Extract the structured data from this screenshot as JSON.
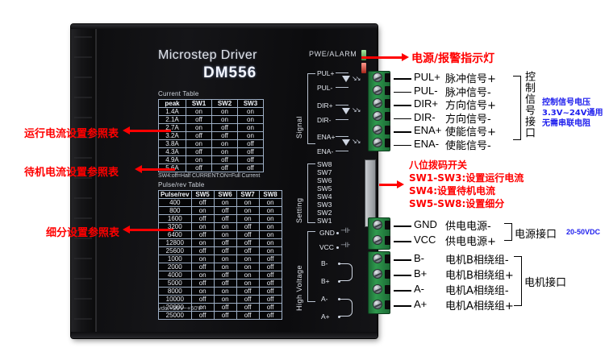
{
  "device": {
    "brand_line": "Microstep Driver",
    "model": "DM556",
    "led_label": "PWE/ALARM",
    "vdc_note": "vdc:+20V~+50V",
    "signal_label": "Signal",
    "setting_label": "Setting",
    "high_voltage_label": "High Voltage"
  },
  "current_table": {
    "caption": "Current Table",
    "headers": [
      "peak",
      "SW1",
      "SW2",
      "SW3"
    ],
    "rows": [
      [
        "1.4A",
        "on",
        "on",
        "on"
      ],
      [
        "2.1A",
        "off",
        "on",
        "on"
      ],
      [
        "2.7A",
        "on",
        "off",
        "on"
      ],
      [
        "3.2A",
        "off",
        "off",
        "on"
      ],
      [
        "3.8A",
        "on",
        "on",
        "off"
      ],
      [
        "4.3A",
        "off",
        "on",
        "off"
      ],
      [
        "4.9A",
        "on",
        "off",
        "off"
      ],
      [
        "5.6A",
        "off",
        "off",
        "off"
      ]
    ],
    "note": "SW4:off=Half CURRENT:ON=Full Current"
  },
  "pulse_table": {
    "caption": "Pulse/rev Table",
    "headers": [
      "Pulse/rev",
      "SW5",
      "SW6",
      "SW7",
      "SW8"
    ],
    "rows": [
      [
        "400",
        "off",
        "on",
        "on",
        "on"
      ],
      [
        "800",
        "on",
        "off",
        "on",
        "on"
      ],
      [
        "1600",
        "off",
        "off",
        "on",
        "on"
      ],
      [
        "3200",
        "on",
        "on",
        "off",
        "on"
      ],
      [
        "6400",
        "off",
        "on",
        "off",
        "on"
      ],
      [
        "12800",
        "on",
        "off",
        "off",
        "on"
      ],
      [
        "25600",
        "off",
        "off",
        "off",
        "on"
      ],
      [
        "1000",
        "on",
        "on",
        "on",
        "off"
      ],
      [
        "2000",
        "off",
        "on",
        "on",
        "off"
      ],
      [
        "4000",
        "on",
        "off",
        "on",
        "off"
      ],
      [
        "5000",
        "off",
        "off",
        "on",
        "off"
      ],
      [
        "8000",
        "on",
        "on",
        "off",
        "off"
      ],
      [
        "10000",
        "off",
        "on",
        "off",
        "off"
      ],
      [
        "20000",
        "on",
        "off",
        "off",
        "off"
      ],
      [
        "25000",
        "off",
        "off",
        "off",
        "off"
      ]
    ]
  },
  "schematic_pins": {
    "signal": [
      "PUL+",
      "PUL-",
      "DIR+",
      "DIR-",
      "ENA+",
      "ENA-"
    ],
    "switches": [
      "SW8",
      "SW7",
      "SW6",
      "SW5",
      "SW4",
      "SW3",
      "SW2",
      "SW1"
    ],
    "power": [
      "GND",
      "VCC"
    ],
    "motor": [
      "B-",
      "B+",
      "A-",
      "A+"
    ]
  },
  "control_terminals": [
    {
      "pin": "PUL+",
      "desc": "脉冲信号+"
    },
    {
      "pin": "PUL-",
      "desc": "脉冲信号-"
    },
    {
      "pin": "DIR+",
      "desc": "方向信号+"
    },
    {
      "pin": "DIR-",
      "desc": "方向信号-"
    },
    {
      "pin": "ENA+",
      "desc": "使能信号+"
    },
    {
      "pin": "ENA-",
      "desc": "使能信号-"
    }
  ],
  "power_terminals": [
    {
      "pin": "GND",
      "desc": "供电电源-"
    },
    {
      "pin": "VCC",
      "desc": "供电电源+"
    }
  ],
  "motor_terminals": [
    {
      "pin": "B-",
      "desc": "电机B相绕组-"
    },
    {
      "pin": "B+",
      "desc": "电机B相绕组+"
    },
    {
      "pin": "A-",
      "desc": "电机A相绕组-"
    },
    {
      "pin": "A+",
      "desc": "电机A相绕组+"
    }
  ],
  "annotations": {
    "led_callout": "电源/报警指示灯",
    "run_current_table": "运行电流设置参照表",
    "standby_current_table": "待机电流设置参照表",
    "microstep_table": "细分设置参照表",
    "dip_title": "八位拨码开关",
    "dip_line1": "SW1-SW3:设置运行电流",
    "dip_line2": "SW4:设置待机电流",
    "dip_line3": "SW5-SW8:设置细分",
    "control_port_vertical": "控制信号接口",
    "control_voltage_note_1": "控制信号电压",
    "control_voltage_note_2": "3.3V~24V通用",
    "control_voltage_note_3": "无需串联电阻",
    "power_port": "电源接口",
    "power_port_spec": "20-50VDC",
    "motor_port": "电机接口"
  }
}
